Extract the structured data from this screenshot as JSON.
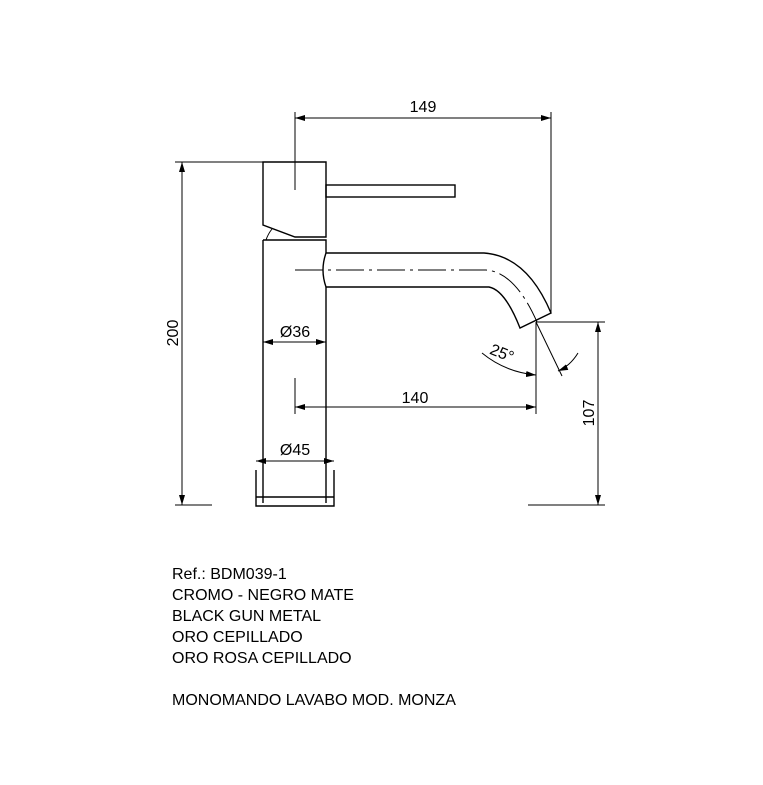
{
  "dimensions": {
    "total_reach": "149",
    "height": "200",
    "body_diameter": "Ø36",
    "spout_reach": "140",
    "spout_angle": "25°",
    "spout_height": "107",
    "base_diameter": "Ø45"
  },
  "info": {
    "reference": "Ref.: BDM039-1",
    "finishes": [
      "CROMO - NEGRO MATE",
      "BLACK GUN METAL",
      "ORO CEPILLADO",
      "ORO ROSA CEPILLADO"
    ],
    "product_name": "MONOMANDO LAVABO MOD. MONZA"
  }
}
